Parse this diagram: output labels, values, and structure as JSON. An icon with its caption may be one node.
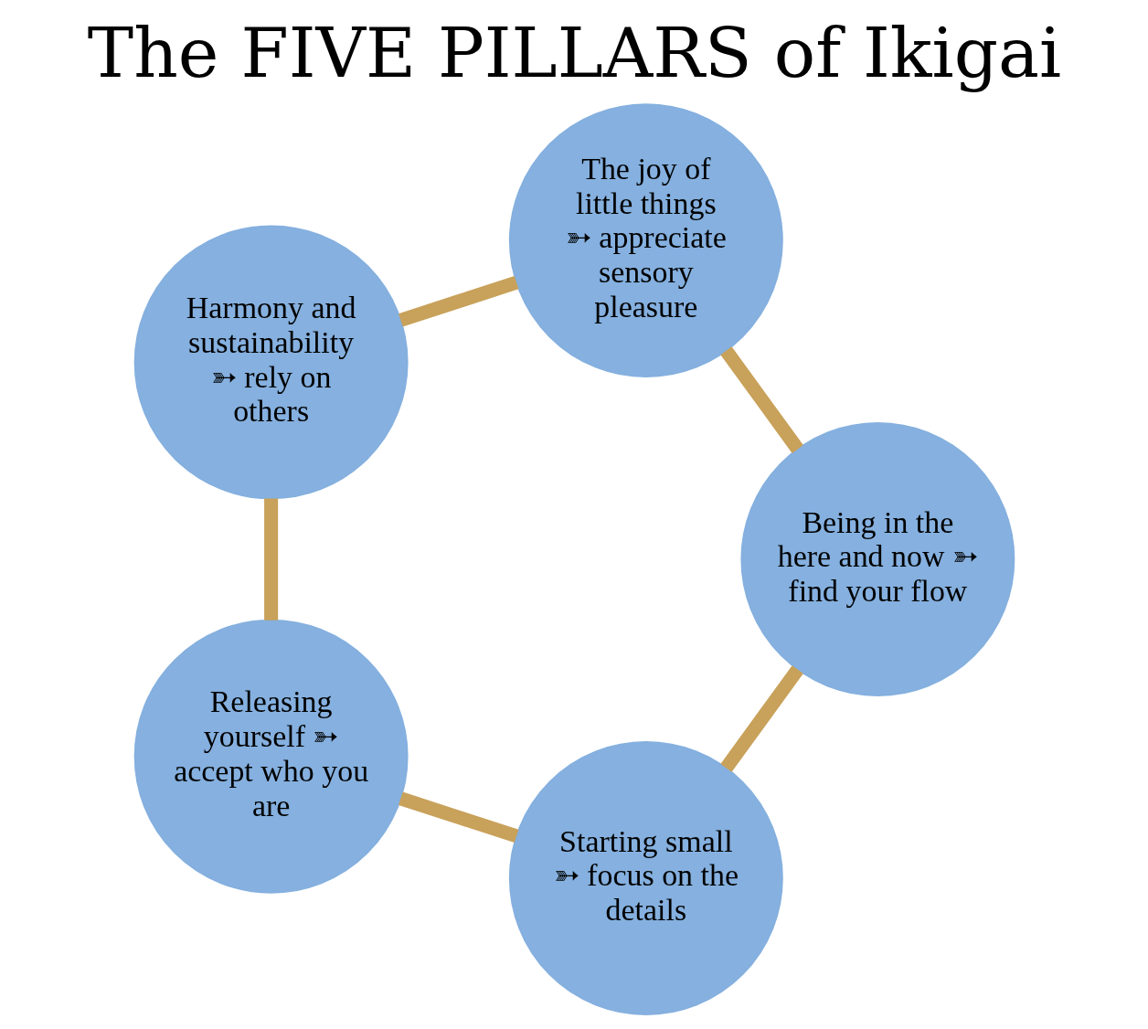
{
  "diagram": {
    "title": "The FIVE PILLARS of Ikigai",
    "nodes": [
      {
        "text": [
          "Starting small ➳ focus on the details"
        ]
      },
      {
        "text": [
          "Being in the here and now ➳ find your flow"
        ]
      },
      {
        "text": [
          "Releasing yourself ➳ accept who you are"
        ]
      },
      {
        "text": [
          "The joy of little things ➳ appreciate sensory pleasure"
        ]
      },
      {
        "text": [
          "Harmony and sustainability ➳ rely on others"
        ]
      }
    ],
    "edges": [
      {
        "from": 0,
        "to": 2,
        "arrow": "none"
      },
      {
        "from": 2,
        "to": 4,
        "arrow": "none"
      },
      {
        "from": 4,
        "to": 3,
        "arrow": "none"
      },
      {
        "from": 3,
        "to": 1,
        "arrow": "none"
      },
      {
        "from": 1,
        "to": 0,
        "arrow": "none"
      }
    ]
  }
}
